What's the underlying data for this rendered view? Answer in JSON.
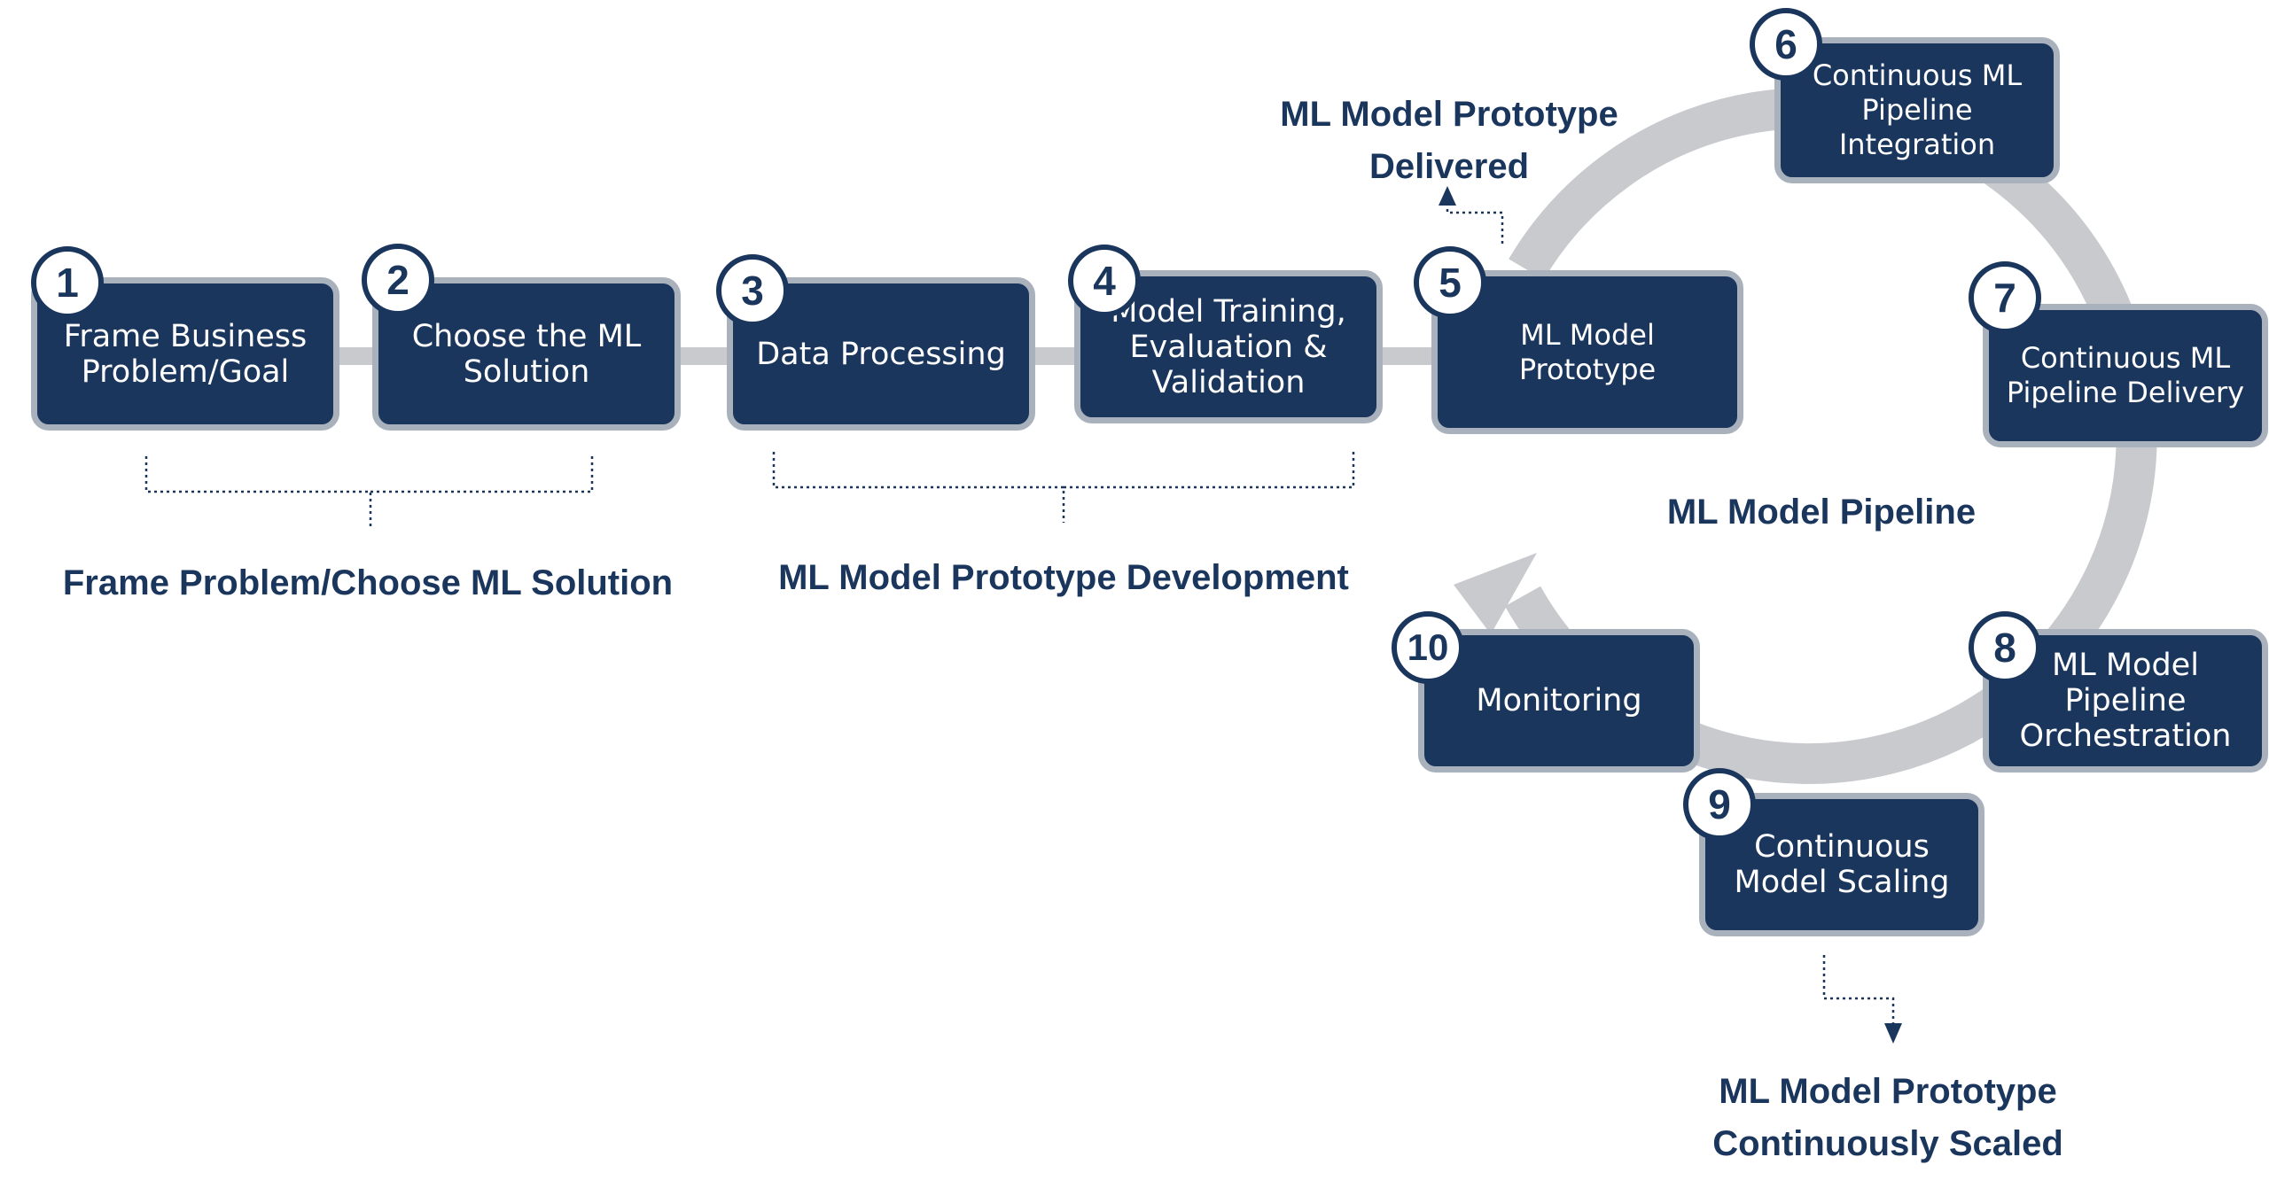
{
  "steps": [
    {
      "number": "1",
      "label": "Frame Business\nProblem/Goal"
    },
    {
      "number": "2",
      "label": "Choose the ML\nSolution"
    },
    {
      "number": "3",
      "label": "Data Processing"
    },
    {
      "number": "4",
      "label": "Model Training,\nEvaluation &\nValidation"
    },
    {
      "number": "5",
      "label": "ML Model\nPrototype"
    },
    {
      "number": "6",
      "label": "Continuous ML\nPipeline\nIntegration"
    },
    {
      "number": "7",
      "label": "Continuous ML\nPipeline Delivery"
    },
    {
      "number": "8",
      "label": "ML Model\nPipeline\nOrchestration"
    },
    {
      "number": "9",
      "label": "Continuous\nModel Scaling"
    },
    {
      "number": "10",
      "label": "Monitoring"
    }
  ],
  "labels": {
    "phase1": "Frame Problem/Choose ML Solution",
    "phase2": "ML Model Prototype Development",
    "pipeline": "ML Model Pipeline",
    "delivered": "ML Model Prototype\nDelivered",
    "scaled": "ML Model Prototype\nContinuously Scaled"
  },
  "colors": {
    "box_fill": "#1b365d",
    "box_border": "#a9b1bc",
    "connector": "#c8cace",
    "label_text": "#1b365d"
  }
}
